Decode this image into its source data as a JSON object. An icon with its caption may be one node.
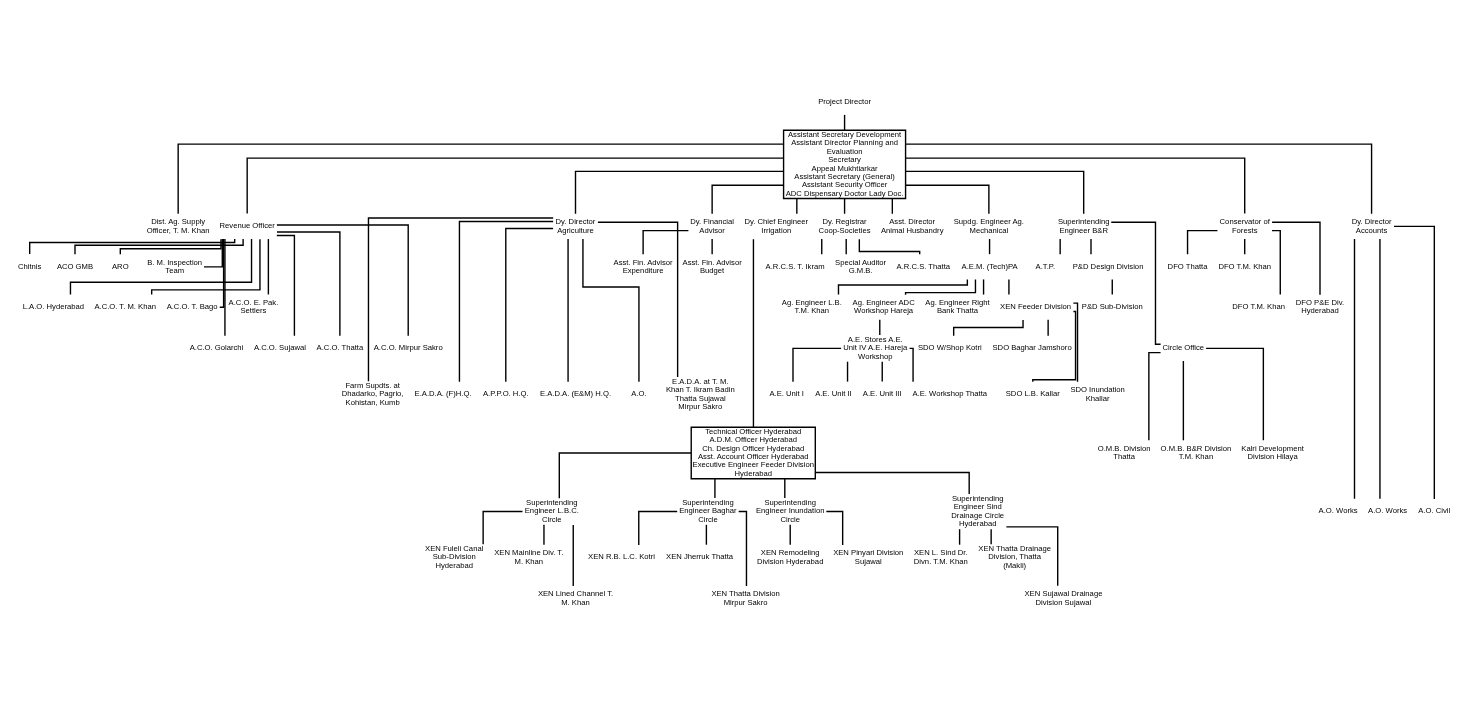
{
  "diagram": {
    "nodes": [
      {
        "text": [
          "Project Director"
        ]
      },
      {
        "text": [
          "Assistant Secretary Development",
          "Assistant Director Planning and Evaluation",
          "Secretary",
          "Appeal Mukhtiarkar",
          "Assistant Secretary (General)",
          "Assistant Security Officer",
          "ADC Dispensary Doctor Lady Doc."
        ]
      },
      {
        "text": [
          "Dist. Ag. Supply Officer, T. M. Khan"
        ]
      },
      {
        "text": [
          "Revenue Officer"
        ]
      },
      {
        "text": [
          "Dy. Director Agriculture"
        ]
      },
      {
        "text": [
          "Dy. Financial Advisor"
        ]
      },
      {
        "text": [
          "Dy. Chief Engineer Irrigation"
        ]
      },
      {
        "text": [
          "Dy. Registrar Coop-Societies"
        ]
      },
      {
        "text": [
          "Asst. Director Animal Husbandry"
        ]
      },
      {
        "text": [
          "Supdg. Engineer Ag. Mechanical"
        ]
      },
      {
        "text": [
          "Superintending Engineer B&R"
        ]
      },
      {
        "text": [
          "Conservator of Forests"
        ]
      },
      {
        "text": [
          "Dy. Director Accounts"
        ]
      },
      {
        "text": [
          "Chitnis"
        ]
      },
      {
        "text": [
          "ACO GMB"
        ]
      },
      {
        "text": [
          "ARO"
        ]
      },
      {
        "text": [
          "B. M. Inspection Team"
        ]
      },
      {
        "text": [
          "Asst. Fin. Advisor Expenditure"
        ]
      },
      {
        "text": [
          "Asst. Fin. Advisor Budget"
        ]
      },
      {
        "text": [
          "A.R.C.S. T. Ikram"
        ]
      },
      {
        "text": [
          "Special Auditor G.M.B."
        ]
      },
      {
        "text": [
          "A.R.C.S. Thatta"
        ]
      },
      {
        "text": [
          "A.E.M. (Tech)PA"
        ]
      },
      {
        "text": [
          "A.T.P."
        ]
      },
      {
        "text": [
          "P&D Design Division"
        ]
      },
      {
        "text": [
          "P&D Sub-Division"
        ]
      },
      {
        "text": [
          "L.A.O. Hyderabad"
        ]
      },
      {
        "text": [
          "A.C.O. T. M. Khan"
        ]
      },
      {
        "text": [
          "A.C.O. T. Bago"
        ]
      },
      {
        "text": [
          "A.C.O. E. Pak. Settlers"
        ]
      },
      {
        "text": [
          "Ag. Engineer L.B. T.M. Khan"
        ]
      },
      {
        "text": [
          "Ag. Engineer ADC Workshop Hareja"
        ]
      },
      {
        "text": [
          "Ag. Engineer Right Bank Thatta"
        ]
      },
      {
        "text": [
          "XEN Feeder Division"
        ]
      },
      {
        "text": [
          "Circle Office"
        ]
      },
      {
        "text": [
          "DFO Thatta"
        ]
      },
      {
        "text": [
          "DFO T.M. Khan"
        ]
      },
      {
        "text": [
          "A.C.O. Golarchi"
        ]
      },
      {
        "text": [
          "A.C.O. Sujawal"
        ]
      },
      {
        "text": [
          "A.C.O. Thatta"
        ]
      },
      {
        "text": [
          "A.C.O. Mirpur Sakro"
        ]
      },
      {
        "text": [
          "A.E. Stores A.E. Unit IV A.E. Hareja Workshop"
        ]
      },
      {
        "text": [
          "SDO W/Shop Kotri"
        ]
      },
      {
        "text": [
          "SDO Baghar Jamshoro"
        ]
      },
      {
        "text": [
          "SDO L.B. Kallar"
        ]
      },
      {
        "text": [
          "SDO Inundation Khallar"
        ]
      },
      {
        "text": [
          "DFO T.M. Khan"
        ]
      },
      {
        "text": [
          "DFO P&E Div. Hyderabad"
        ]
      },
      {
        "text": [
          "Farm Supdts. at Dhadarko, Pagrio, Kohistan, Kumb"
        ]
      },
      {
        "text": [
          "E.A.D.A. (F)H.Q."
        ]
      },
      {
        "text": [
          "A.P.P.O. H.Q."
        ]
      },
      {
        "text": [
          "E.A.D.A. (E&M) H.Q."
        ]
      },
      {
        "text": [
          "A.O."
        ]
      },
      {
        "text": [
          "E.A.D.A. at T. M. Khan T. Ikram Badin Thatta Sujawal Mirpur Sakro"
        ]
      },
      {
        "text": [
          "A.E. Unit I"
        ]
      },
      {
        "text": [
          "A.E. Unit II"
        ]
      },
      {
        "text": [
          "A.E. Unit III"
        ]
      },
      {
        "text": [
          "A.E. Workshop Thatta"
        ]
      },
      {
        "text": [
          "O.M.B. Division Thatta"
        ]
      },
      {
        "text": [
          "O.M.B. B&R Division T.M. Khan"
        ]
      },
      {
        "text": [
          "Kalri Development Division Hilaya"
        ]
      },
      {
        "text": [
          "Technical Officer Hyderabad",
          "A.D.M. Officer Hyderabad",
          "Ch. Design Officer Hyderabad",
          "Asst. Account Officer Hyderabad",
          "Executive Engineer Feeder Division Hyderabad"
        ]
      },
      {
        "text": [
          "Superintending Engineer L.B.C. Circle"
        ]
      },
      {
        "text": [
          "Superintending Engineer Baghar Circle"
        ]
      },
      {
        "text": [
          "Superintending Engineer Inundation Circle"
        ]
      },
      {
        "text": [
          "Superintending Engineer Sind Drainage Circle Hyderabad"
        ]
      },
      {
        "text": [
          "XEN Fuleli Canal Sub-Division Hyderabad"
        ]
      },
      {
        "text": [
          "XEN Mainline Div. T. M. Khan"
        ]
      },
      {
        "text": [
          "XEN R.B. L.C. Kotri"
        ]
      },
      {
        "text": [
          "XEN Jherruk Thatta"
        ]
      },
      {
        "text": [
          "XEN Remodeling Division Hyderabad"
        ]
      },
      {
        "text": [
          "XEN Pinyari Division Sujawal"
        ]
      },
      {
        "text": [
          "XEN L. Sind Dr. Divn. T.M. Khan"
        ]
      },
      {
        "text": [
          "XEN Thatta Drainage Division, Thatta (Makli)"
        ]
      },
      {
        "text": [
          "XEN Lined Channel T. M. Khan"
        ]
      },
      {
        "text": [
          "XEN Thatta Division Mirpur Sakro"
        ]
      },
      {
        "text": [
          "XEN Sujawal Drainage Division Sujawal"
        ]
      },
      {
        "text": [
          "A.O. Works"
        ]
      },
      {
        "text": [
          "A.O. Works"
        ]
      },
      {
        "text": [
          "A.O. Civil"
        ]
      }
    ],
    "edges": [
      {
        "from": 0,
        "to": 1,
        "arrow": "none"
      },
      {
        "from": 1,
        "to": 2,
        "arrow": "none"
      },
      {
        "from": 1,
        "to": 3,
        "arrow": "none"
      },
      {
        "from": 1,
        "to": 4,
        "arrow": "none"
      },
      {
        "from": 1,
        "to": 5,
        "arrow": "none"
      },
      {
        "from": 1,
        "to": 6,
        "arrow": "none"
      },
      {
        "from": 1,
        "to": 7,
        "arrow": "none"
      },
      {
        "from": 1,
        "to": 8,
        "arrow": "none"
      },
      {
        "from": 1,
        "to": 9,
        "arrow": "none"
      },
      {
        "from": 1,
        "to": 10,
        "arrow": "none"
      },
      {
        "from": 1,
        "to": 11,
        "arrow": "none"
      },
      {
        "from": 1,
        "to": 12,
        "arrow": "none"
      },
      {
        "from": 3,
        "to": 13,
        "arrow": "none"
      },
      {
        "from": 3,
        "to": 14,
        "arrow": "none"
      },
      {
        "from": 3,
        "to": 15,
        "arrow": "none"
      },
      {
        "from": 3,
        "to": 16,
        "arrow": "none"
      },
      {
        "from": 3,
        "to": 26,
        "arrow": "none"
      },
      {
        "from": 3,
        "to": 27,
        "arrow": "none"
      },
      {
        "from": 3,
        "to": 28,
        "arrow": "none"
      },
      {
        "from": 3,
        "to": 29,
        "arrow": "none"
      },
      {
        "from": 3,
        "to": 37,
        "arrow": "none"
      },
      {
        "from": 3,
        "to": 38,
        "arrow": "none"
      },
      {
        "from": 3,
        "to": 39,
        "arrow": "none"
      },
      {
        "from": 3,
        "to": 40,
        "arrow": "none"
      },
      {
        "from": 4,
        "to": 48,
        "arrow": "none"
      },
      {
        "from": 4,
        "to": 49,
        "arrow": "none"
      },
      {
        "from": 4,
        "to": 50,
        "arrow": "none"
      },
      {
        "from": 4,
        "to": 51,
        "arrow": "none"
      },
      {
        "from": 4,
        "to": 52,
        "arrow": "none"
      },
      {
        "from": 4,
        "to": 53,
        "arrow": "none"
      },
      {
        "from": 5,
        "to": 17,
        "arrow": "none"
      },
      {
        "from": 5,
        "to": 18,
        "arrow": "none"
      },
      {
        "from": 6,
        "to": 61,
        "arrow": "none"
      },
      {
        "from": 7,
        "to": 19,
        "arrow": "none"
      },
      {
        "from": 7,
        "to": 20,
        "arrow": "none"
      },
      {
        "from": 7,
        "to": 21,
        "arrow": "none"
      },
      {
        "from": 9,
        "to": 22,
        "arrow": "none"
      },
      {
        "from": 10,
        "to": 23,
        "arrow": "none"
      },
      {
        "from": 10,
        "to": 24,
        "arrow": "none"
      },
      {
        "from": 24,
        "to": 25,
        "arrow": "none"
      },
      {
        "from": 10,
        "to": 34,
        "arrow": "none"
      },
      {
        "from": 34,
        "to": 58,
        "arrow": "none"
      },
      {
        "from": 34,
        "to": 59,
        "arrow": "none"
      },
      {
        "from": 34,
        "to": 60,
        "arrow": "none"
      },
      {
        "from": 11,
        "to": 35,
        "arrow": "none"
      },
      {
        "from": 11,
        "to": 36,
        "arrow": "none"
      },
      {
        "from": 11,
        "to": 46,
        "arrow": "none"
      },
      {
        "from": 11,
        "to": 47,
        "arrow": "none"
      },
      {
        "from": 12,
        "to": 77,
        "arrow": "none"
      },
      {
        "from": 12,
        "to": 78,
        "arrow": "none"
      },
      {
        "from": 12,
        "to": 79,
        "arrow": "none"
      },
      {
        "from": 22,
        "to": 30,
        "arrow": "none"
      },
      {
        "from": 22,
        "to": 31,
        "arrow": "none"
      },
      {
        "from": 22,
        "to": 32,
        "arrow": "none"
      },
      {
        "from": 22,
        "to": 33,
        "arrow": "none"
      },
      {
        "from": 31,
        "to": 41,
        "arrow": "none"
      },
      {
        "from": 41,
        "to": 54,
        "arrow": "none"
      },
      {
        "from": 41,
        "to": 55,
        "arrow": "none"
      },
      {
        "from": 41,
        "to": 56,
        "arrow": "none"
      },
      {
        "from": 41,
        "to": 57,
        "arrow": "none"
      },
      {
        "from": 33,
        "to": 42,
        "arrow": "none"
      },
      {
        "from": 33,
        "to": 43,
        "arrow": "none"
      },
      {
        "from": 33,
        "to": 44,
        "arrow": "none"
      },
      {
        "from": 33,
        "to": 45,
        "arrow": "none"
      },
      {
        "from": 61,
        "to": 62,
        "arrow": "none"
      },
      {
        "from": 61,
        "to": 63,
        "arrow": "none"
      },
      {
        "from": 61,
        "to": 64,
        "arrow": "none"
      },
      {
        "from": 61,
        "to": 65,
        "arrow": "none"
      },
      {
        "from": 62,
        "to": 66,
        "arrow": "none"
      },
      {
        "from": 62,
        "to": 67,
        "arrow": "none"
      },
      {
        "from": 62,
        "to": 74,
        "arrow": "none"
      },
      {
        "from": 63,
        "to": 68,
        "arrow": "none"
      },
      {
        "from": 63,
        "to": 69,
        "arrow": "none"
      },
      {
        "from": 63,
        "to": 75,
        "arrow": "none"
      },
      {
        "from": 64,
        "to": 70,
        "arrow": "none"
      },
      {
        "from": 64,
        "to": 71,
        "arrow": "none"
      },
      {
        "from": 65,
        "to": 72,
        "arrow": "none"
      },
      {
        "from": 65,
        "to": 73,
        "arrow": "none"
      },
      {
        "from": 65,
        "to": 76,
        "arrow": "none"
      }
    ]
  }
}
